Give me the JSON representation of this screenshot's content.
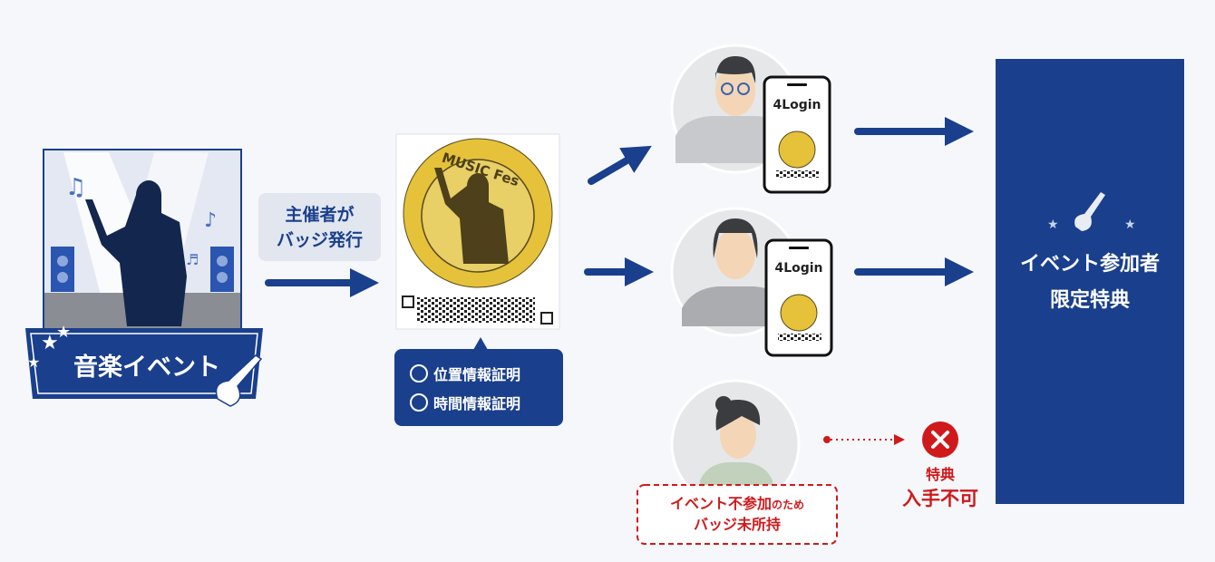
{
  "event": {
    "label": "音楽イベント"
  },
  "issue": {
    "line1": "主催者が",
    "line2": "バッジ発行"
  },
  "badge": {
    "title": "MUSIC Fes"
  },
  "proofs": [
    {
      "icon": "location-pin-icon",
      "label": "位置情報証明"
    },
    {
      "icon": "clock-icon",
      "label": "時間情報証明"
    }
  ],
  "participants": [
    {
      "app": "4Login"
    },
    {
      "app": "4Login"
    }
  ],
  "non_participant": {
    "line1a": "イベント不参加",
    "line1b": "のため",
    "line2": "バッジ未所持"
  },
  "reward": {
    "line1": "イベント参加者",
    "line2": "限定特典"
  },
  "denied": {
    "line1": "特典",
    "line2": "入手不可"
  },
  "colors": {
    "navy": "#1a3f8c",
    "red": "#d0191b",
    "gold": "#e5c23a",
    "background": "#f5f7fb"
  }
}
